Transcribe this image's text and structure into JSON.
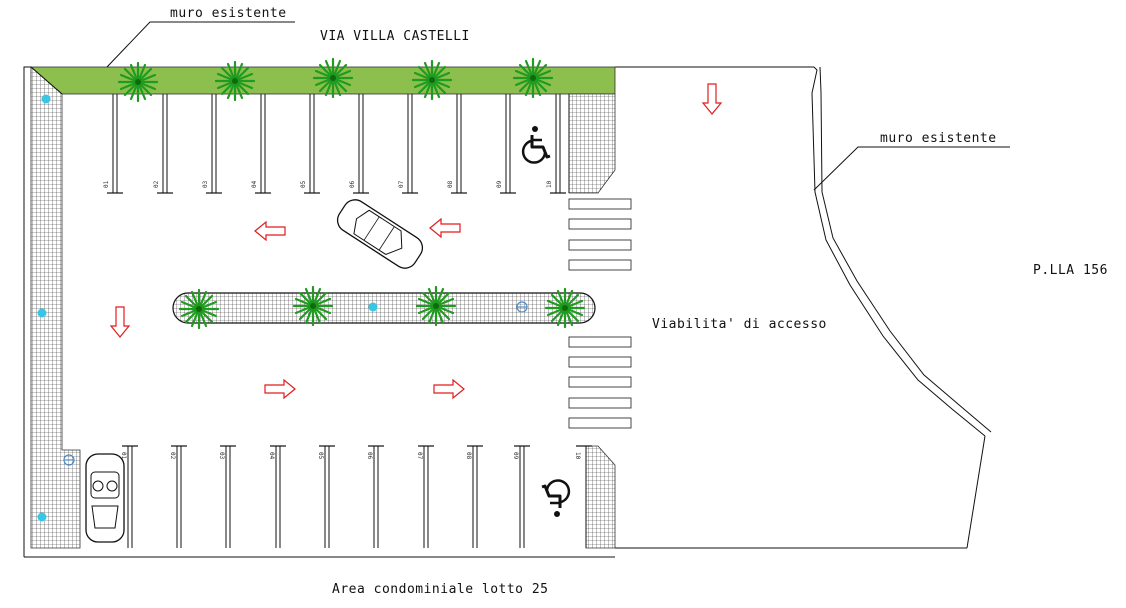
{
  "labels": {
    "top_wall": "muro esistente",
    "street": "VIA VILLA CASTELLI",
    "right_wall": "muro esistente",
    "parcel": "P.LLA 156",
    "access_road": "Viabilita' di accesso",
    "bottom_area": "Area condominiale lotto 25"
  },
  "stalls_top": [
    "01",
    "02",
    "03",
    "04",
    "05",
    "06",
    "07",
    "08",
    "09",
    "10"
  ],
  "stalls_bottom": [
    "01",
    "02",
    "03",
    "04",
    "05",
    "06",
    "07",
    "08",
    "09",
    "10"
  ],
  "colors": {
    "hedge": "#8cbf4e",
    "tree": "#1f9b1f",
    "arrow": "#e21c1c",
    "marker": "#39c6e6",
    "ink": "#111111"
  },
  "icons": [
    "palm-tree-icon",
    "wheelchair-icon",
    "car-icon",
    "direction-arrow-icon"
  ]
}
